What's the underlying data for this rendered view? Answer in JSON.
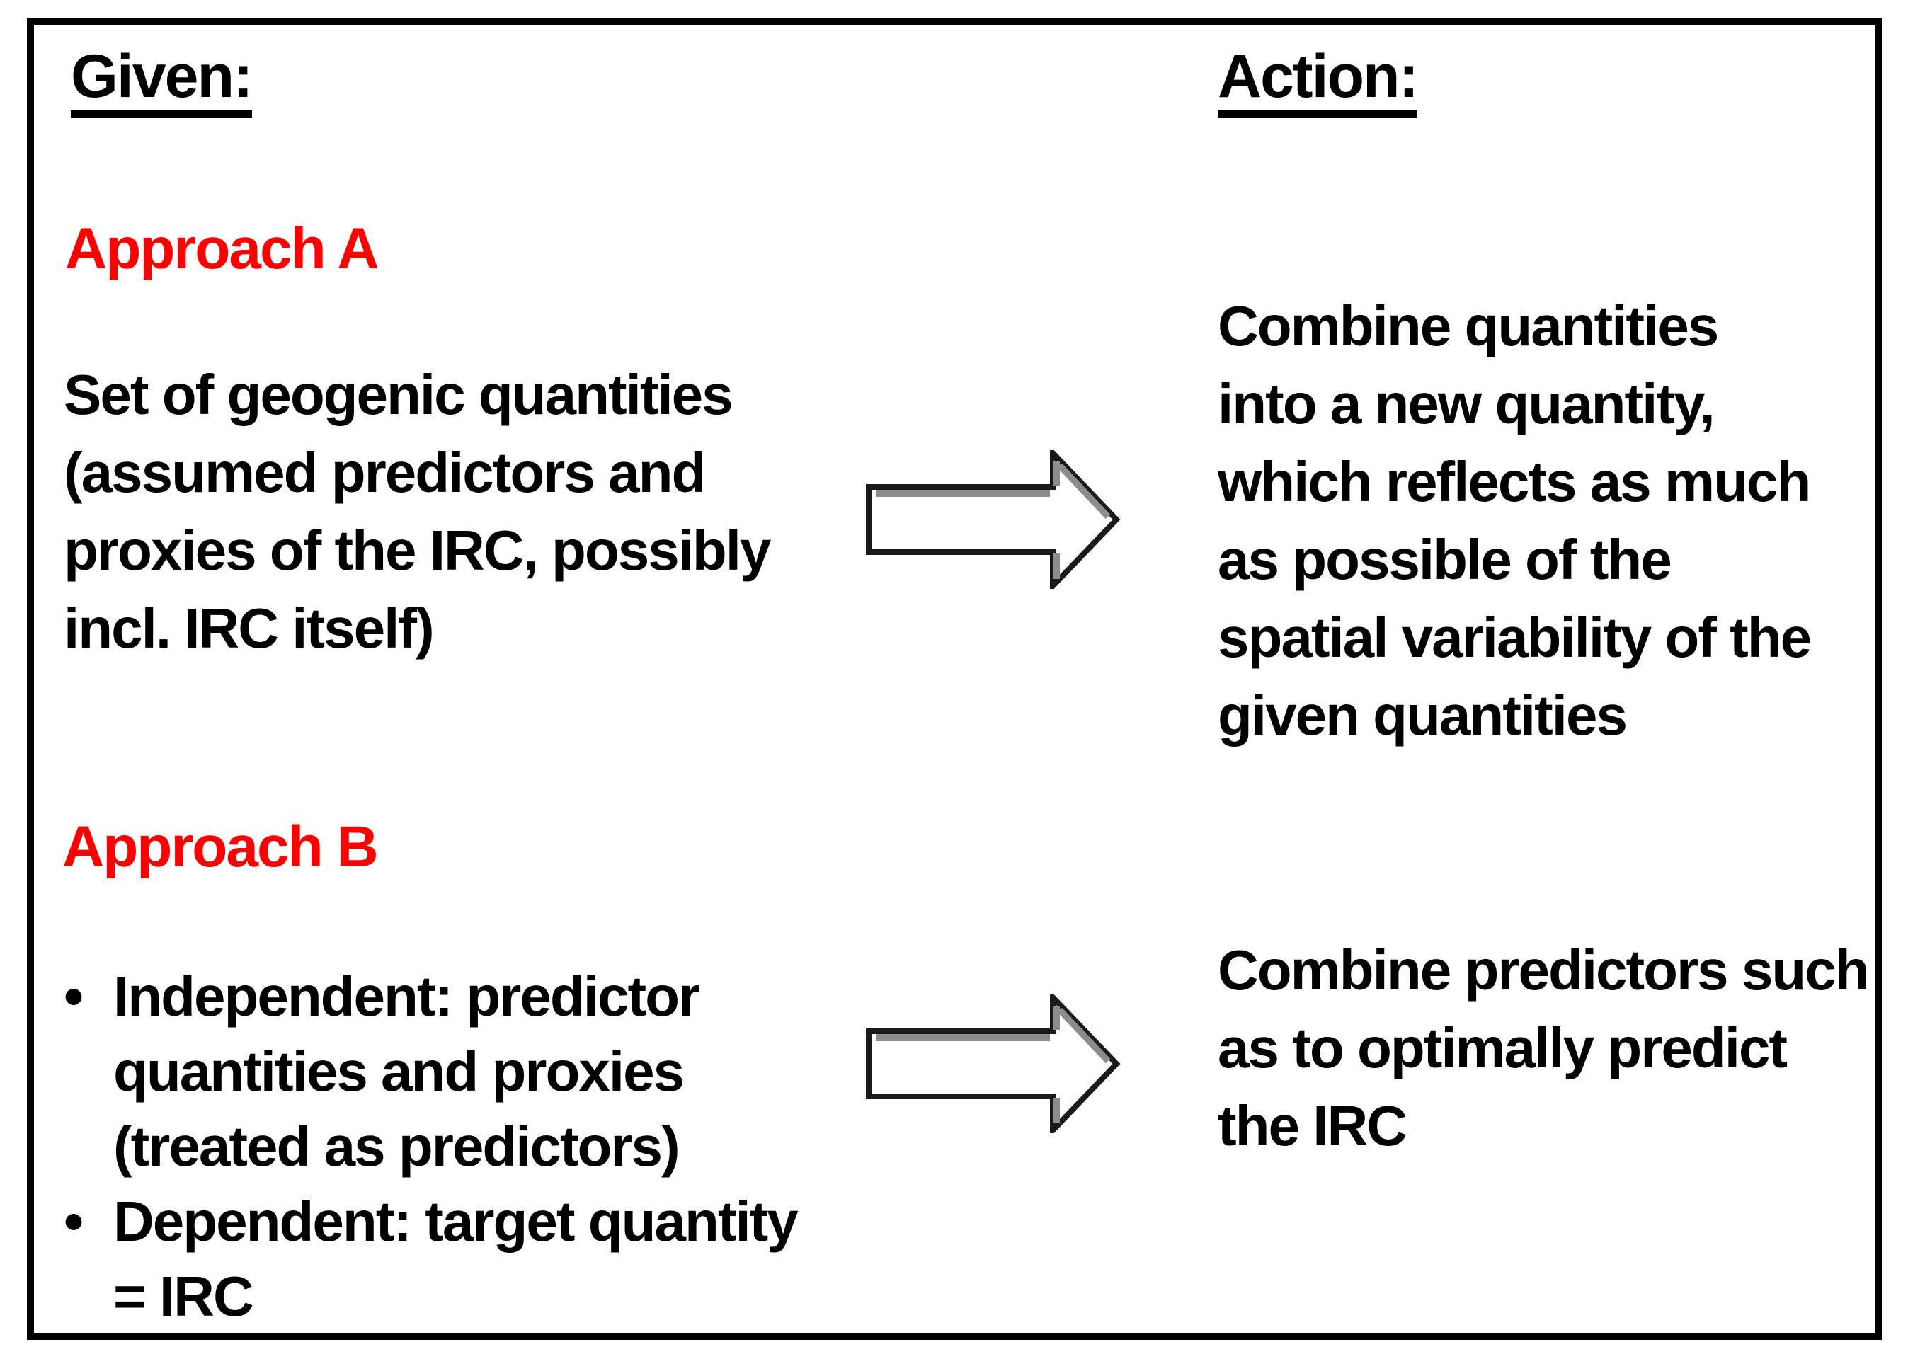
{
  "colors": {
    "text": "#000000",
    "accent_red": "#ff0000",
    "frame_border": "#000000",
    "arrow_fill": "#ffffff",
    "arrow_outline": "#1a1a1a",
    "arrow_bevel": "#8c8c8c",
    "background": "#ffffff"
  },
  "icons": {
    "approach_a_arrow": "right-block-arrow",
    "approach_b_arrow": "right-block-arrow"
  },
  "given": {
    "header": "Given:",
    "approach_a": {
      "label": "Approach A",
      "lines": [
        "Set of geogenic quantities",
        "(assumed predictors and",
        "proxies of the IRC, possibly",
        "incl. IRC itself)"
      ]
    },
    "approach_b": {
      "label": "Approach B",
      "bullet_marker": "•",
      "bullets": [
        {
          "lines": [
            "Independent: predictor",
            "quantities and proxies",
            "(treated as predictors)"
          ]
        },
        {
          "lines": [
            "Dependent: target quantity",
            "= IRC"
          ]
        }
      ]
    }
  },
  "action": {
    "header": "Action:",
    "approach_a": {
      "lines": [
        "Combine quantities",
        "into a new quantity,",
        "which reflects as much",
        "as possible of the",
        "spatial variability of the",
        "given quantities"
      ]
    },
    "approach_b": {
      "lines": [
        "Combine predictors such",
        "as to optimally predict",
        "the IRC"
      ]
    }
  }
}
